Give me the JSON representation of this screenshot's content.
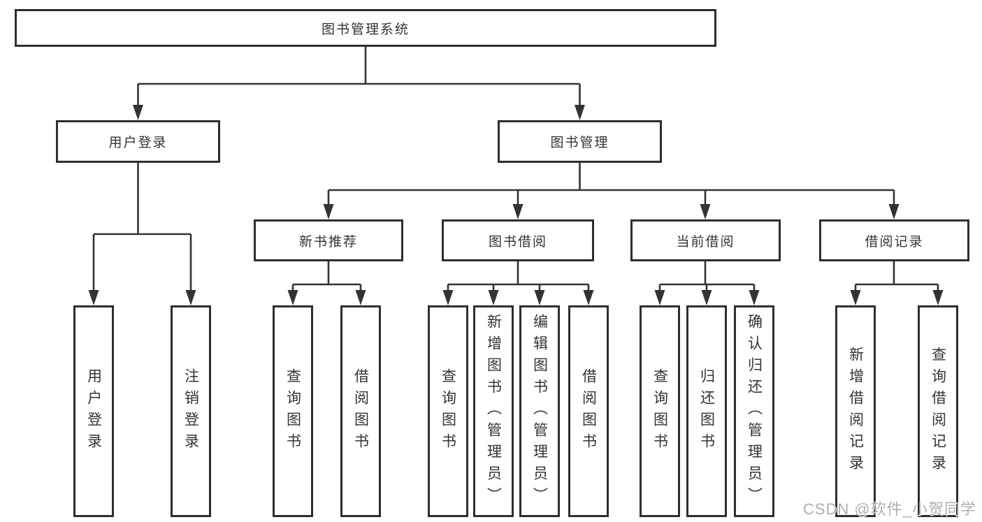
{
  "tree": {
    "label": "图书管理系统",
    "children": [
      {
        "label": "用户登录",
        "children": [
          {
            "label": "用户登录"
          },
          {
            "label": "注销登录"
          }
        ]
      },
      {
        "label": "图书管理",
        "children": [
          {
            "label": "新书推荐",
            "children": [
              {
                "label": "查询图书"
              },
              {
                "label": "借阅图书"
              }
            ]
          },
          {
            "label": "图书借阅",
            "children": [
              {
                "label": "查询图书"
              },
              {
                "label": "新增图书（管理员）"
              },
              {
                "label": "编辑图书（管理员）"
              },
              {
                "label": "借阅图书"
              }
            ]
          },
          {
            "label": "当前借阅",
            "children": [
              {
                "label": "查询图书"
              },
              {
                "label": "归还图书"
              },
              {
                "label": "确认归还（管理员）"
              }
            ]
          },
          {
            "label": "借阅记录",
            "children": [
              {
                "label": "新增借阅记录"
              },
              {
                "label": "查询借阅记录"
              }
            ]
          }
        ]
      }
    ]
  },
  "watermark": {
    "text": "CSDN @软件_小贺同学"
  },
  "colors": {
    "line": "#333333",
    "box_border": "#2e2e2e",
    "text": "#333333",
    "watermark": "#a8a8a8",
    "background": "#ffffff"
  }
}
